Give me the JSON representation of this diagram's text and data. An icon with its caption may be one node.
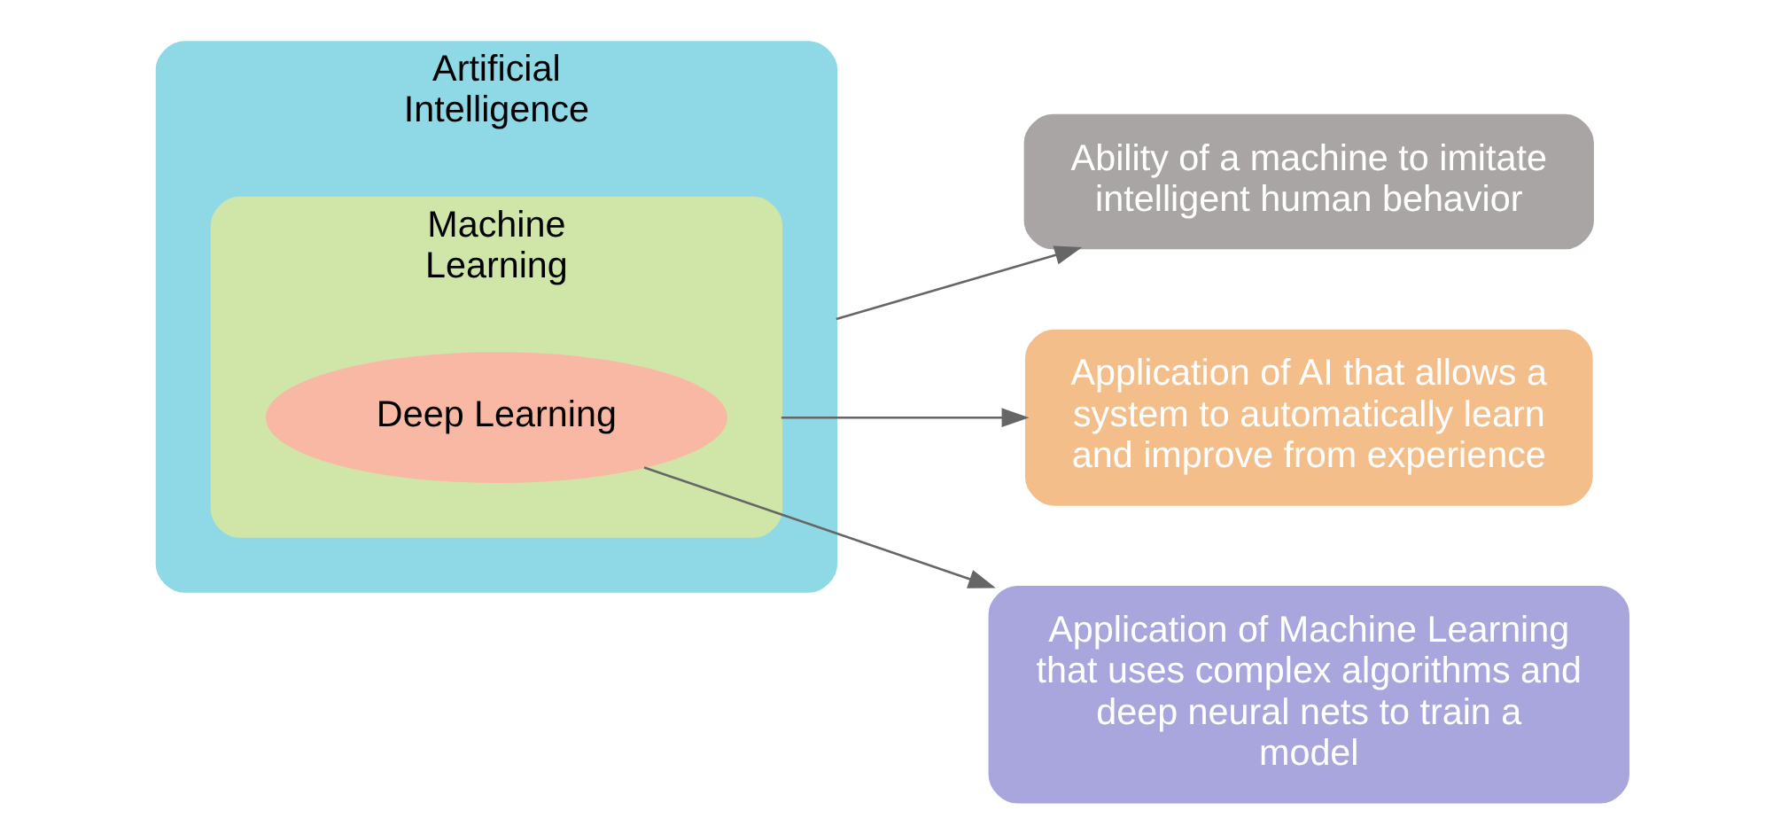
{
  "diagram": {
    "nodes": [
      {
        "text": [
          "Artificial Intelligence"
        ]
      },
      {
        "text": [
          "Machine Learning"
        ],
        "in": 0
      },
      {
        "text": [
          "Deep Learning"
        ],
        "in": 1
      },
      {
        "text": [
          "Ability of a machine to imitate intelligent human behavior"
        ]
      },
      {
        "text": [
          "Application of AI that allows a system to automatically learn and improve from experience"
        ]
      },
      {
        "text": [
          "Application of Machine Learning that uses complex algorithms and deep neural nets to train a model"
        ]
      }
    ],
    "edges": [
      {
        "from": 0,
        "to": 3,
        "arrow": "to"
      },
      {
        "from": 1,
        "to": 4,
        "arrow": "to"
      },
      {
        "from": 2,
        "to": 5,
        "arrow": "to"
      }
    ]
  }
}
